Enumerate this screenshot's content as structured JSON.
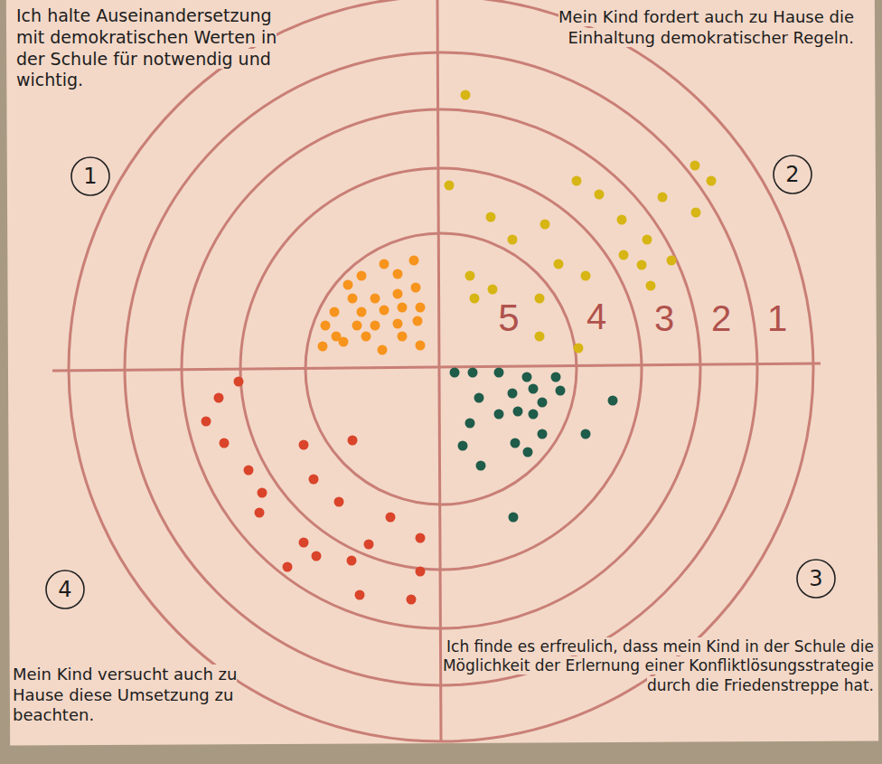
{
  "diagram": {
    "nodes": [
      {
        "text": [
          "1"
        ]
      },
      {
        "text": [
          "2"
        ]
      },
      {
        "text": [
          "4"
        ]
      },
      {
        "text": [
          "3"
        ]
      }
    ],
    "labels": [
      "Ich halte Auseinandersetzung mit demokratischen Werten in der Schule für notwendig und wichtig.",
      "Mein Kind fordert auch zu Hause die Einhaltung demokratischer Regeln.",
      "5",
      "4",
      "3",
      "2",
      "1",
      "Mein Kind versucht auch zu Hause diese Umsetzung zu beachten.",
      "Ich finde es erfreulich, dass mein Kind in der Schule die Möglichkeit der Erlernung einer Konfliktlösungsstrategie durch die Friedenstreppe hat."
    ]
  }
}
